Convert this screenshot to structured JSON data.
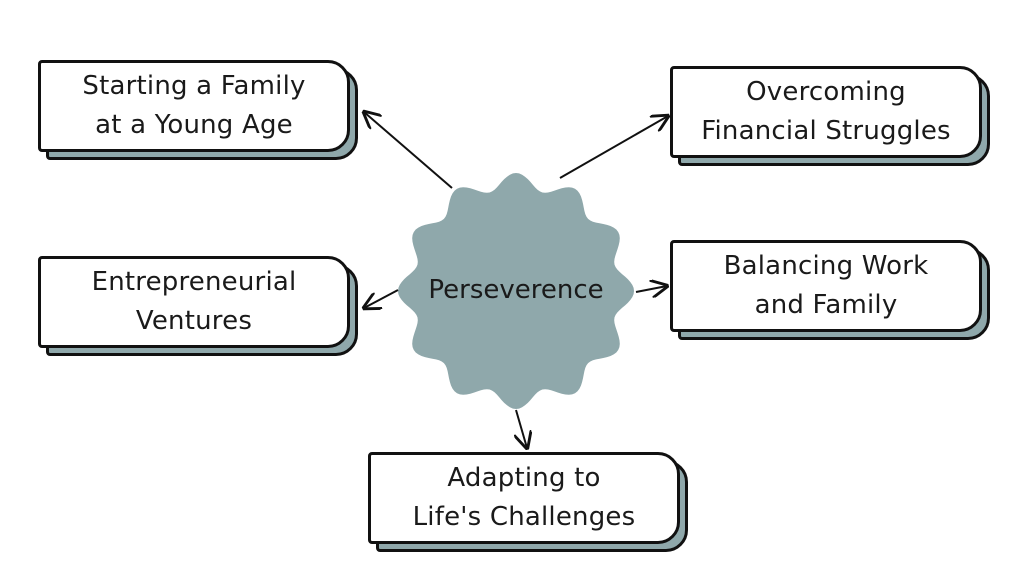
{
  "center": {
    "label": "Perseverence",
    "color": "#8fa8ab"
  },
  "nodes": {
    "family": {
      "label": "Starting a Family\nat a Young Age"
    },
    "financial": {
      "label": "Overcoming\nFinancial Struggles"
    },
    "entre": {
      "label": "Entrepreneurial\nVentures"
    },
    "balance": {
      "label": "Balancing Work\nand Family"
    },
    "adapt": {
      "label": "Adapting to\nLife's Challenges"
    }
  },
  "colors": {
    "shadow": "#8fa8ab",
    "outline": "#111111",
    "box": "#ffffff"
  }
}
